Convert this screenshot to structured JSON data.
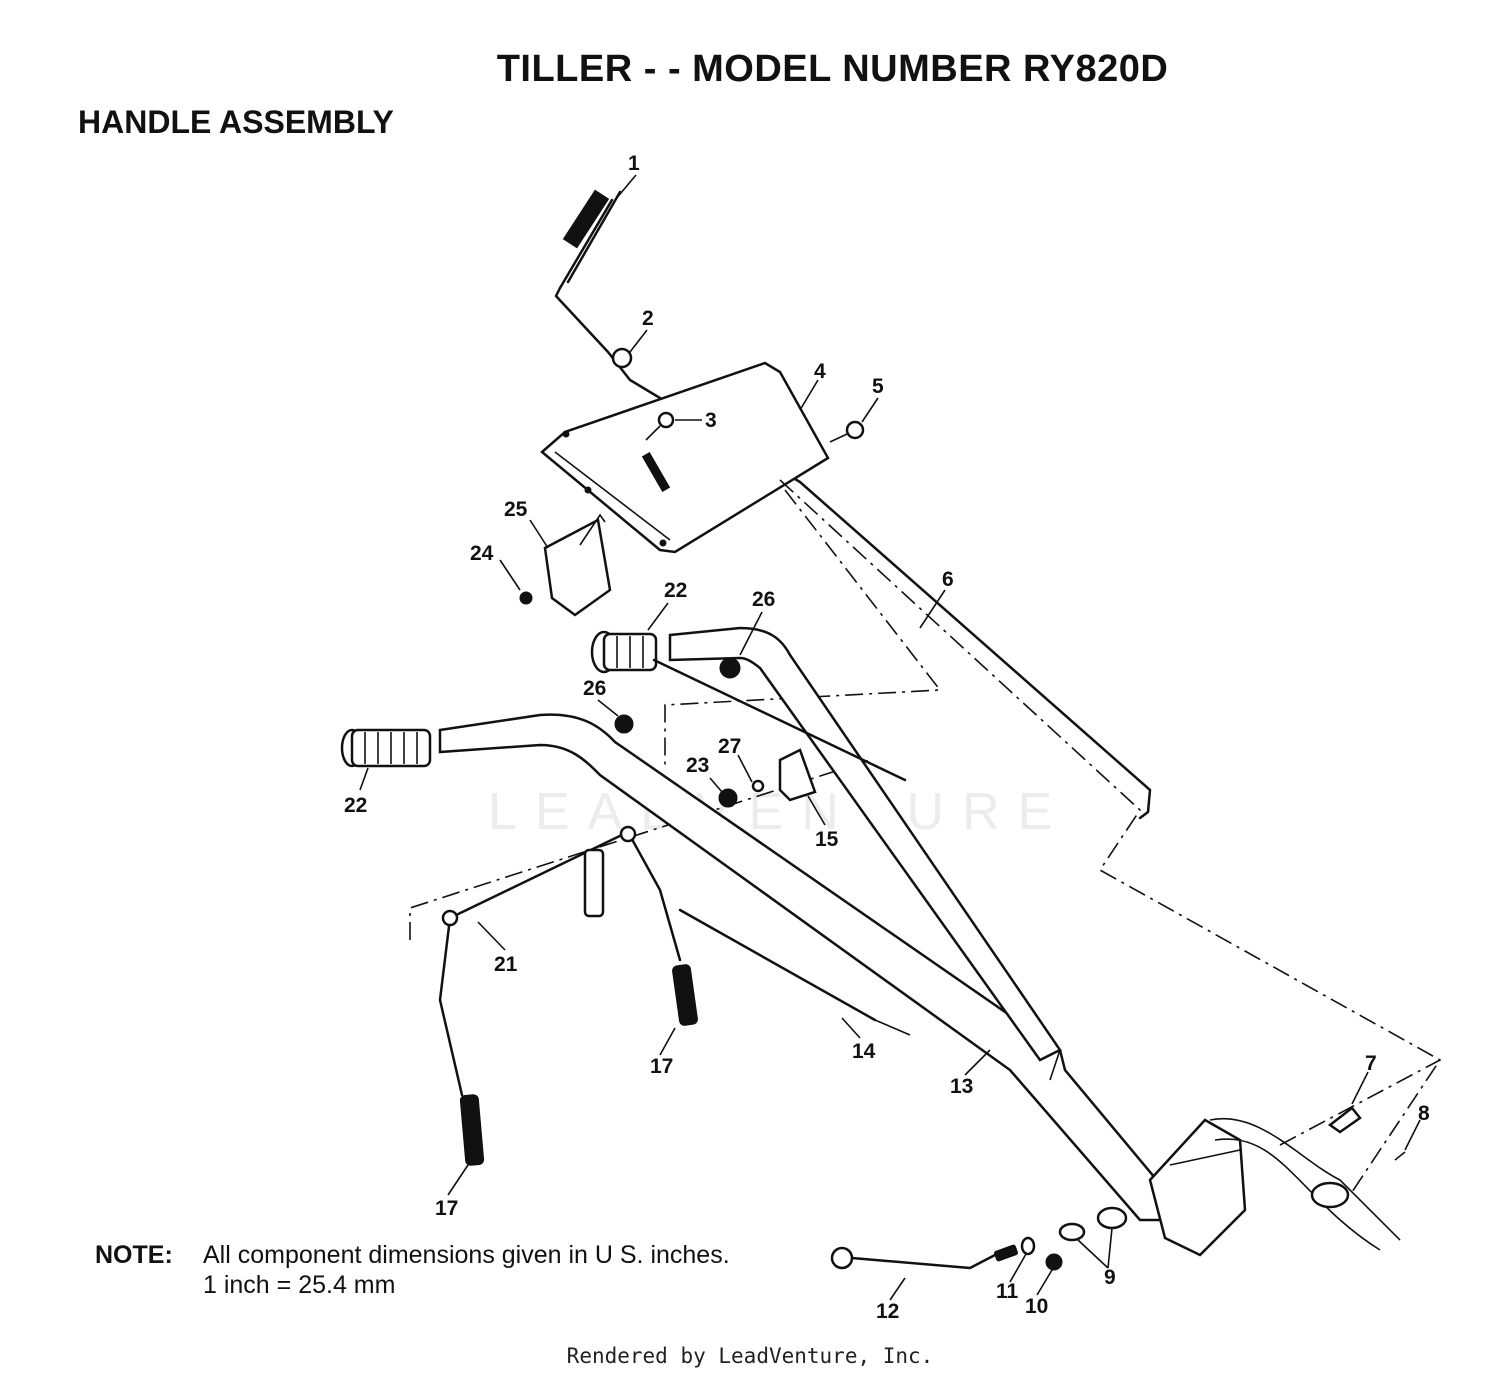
{
  "title": "TILLER - - MODEL NUMBER RY820D",
  "subtitle": "HANDLE ASSEMBLY",
  "note": {
    "label": "NOTE:",
    "line1": "All component dimensions given in U S. inches.",
    "line2": "1 inch = 25.4 mm"
  },
  "watermark": "LEADVENTURE",
  "footer": "Rendered by LeadVenture, Inc.",
  "callouts": [
    "1",
    "2",
    "3",
    "4",
    "5",
    "6",
    "7",
    "8",
    "9",
    "10",
    "11",
    "12",
    "13",
    "14",
    "15",
    "17",
    "17",
    "21",
    "22",
    "22",
    "23",
    "24",
    "25",
    "26",
    "26",
    "27"
  ]
}
